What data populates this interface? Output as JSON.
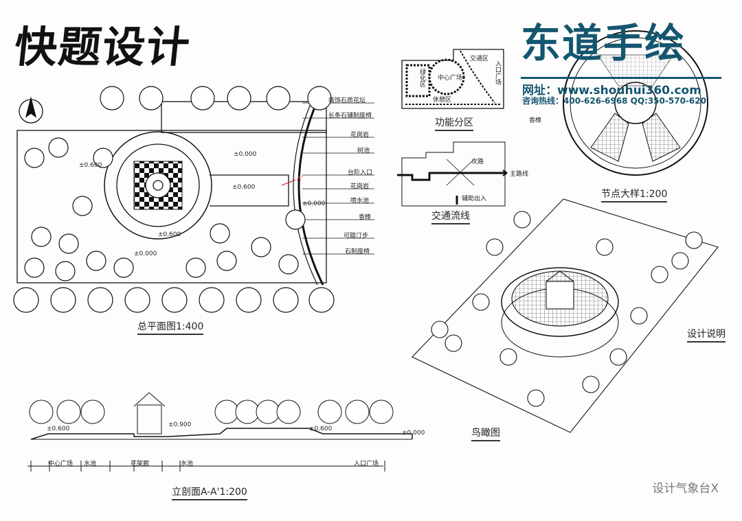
{
  "sheet": {
    "title": "快题设计",
    "brand": {
      "name": "东道手绘",
      "url_label": "网址：www.shouhui360.com",
      "hotline": "咨询热线：400-626-6968  QQ:350-570-620",
      "color": "#14566f"
    },
    "plan": {
      "caption": "总平面图1:400",
      "legend": [
        "装饰石质花坛",
        "长条石铺制座椅",
        "花岗岩",
        "树池",
        "台阶入口",
        "花岗岩",
        "喷水池",
        "香樟",
        "可踏汀步",
        "石制座椅"
      ],
      "elevations": [
        "±0.000",
        "±0.600",
        "±0.600",
        "±0.000",
        "±0.000",
        "±0.600"
      ],
      "section_mark": "A'"
    },
    "zoning": {
      "caption": "功能分区",
      "zones": [
        "交通区",
        "中心广场",
        "绿化区",
        "休憩区",
        "入口广场"
      ]
    },
    "traffic": {
      "caption": "交通流线",
      "labels": [
        "次路",
        "主路线",
        "辅助出入"
      ]
    },
    "node": {
      "caption": "节点大样1:200",
      "label": "香樟"
    },
    "aerial": {
      "caption": "鸟瞰图",
      "note": "设计说明"
    },
    "section": {
      "caption": "立剖面A-A'1:200",
      "elevations": [
        "±0.600",
        "±0.900",
        "±0.600",
        "±0.000"
      ],
      "segments": [
        "中心广场",
        "水池",
        "花架廊",
        "水池",
        "入口广场"
      ]
    },
    "watermark": "设计气象台X"
  }
}
